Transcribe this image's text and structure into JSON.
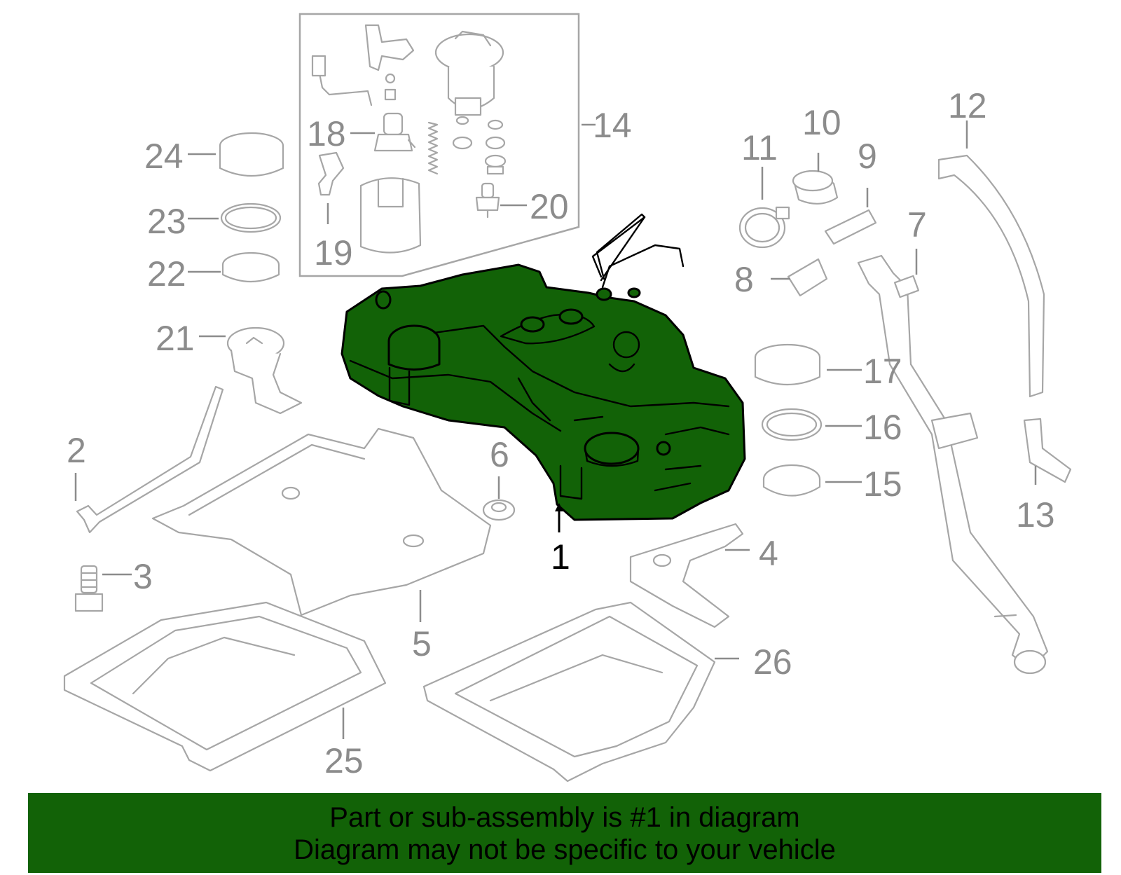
{
  "callouts": {
    "c1": "1",
    "c2": "2",
    "c3": "3",
    "c4": "4",
    "c5": "5",
    "c6": "6",
    "c7": "7",
    "c8": "8",
    "c9": "9",
    "c10": "10",
    "c11": "11",
    "c12": "12",
    "c13": "13",
    "c14": "14",
    "c15": "15",
    "c16": "16",
    "c17": "17",
    "c18": "18",
    "c19": "19",
    "c20": "20",
    "c21": "21",
    "c22": "22",
    "c23": "23",
    "c24": "24",
    "c25": "25",
    "c26": "26"
  },
  "banner": {
    "line1": "Part or sub-assembly is #1 in diagram",
    "line2": "Diagram may not be specific to your vehicle"
  },
  "colors": {
    "highlight": "#126207",
    "part_outline": "#a6a6a6",
    "callout_text": "#8c8c8c"
  }
}
